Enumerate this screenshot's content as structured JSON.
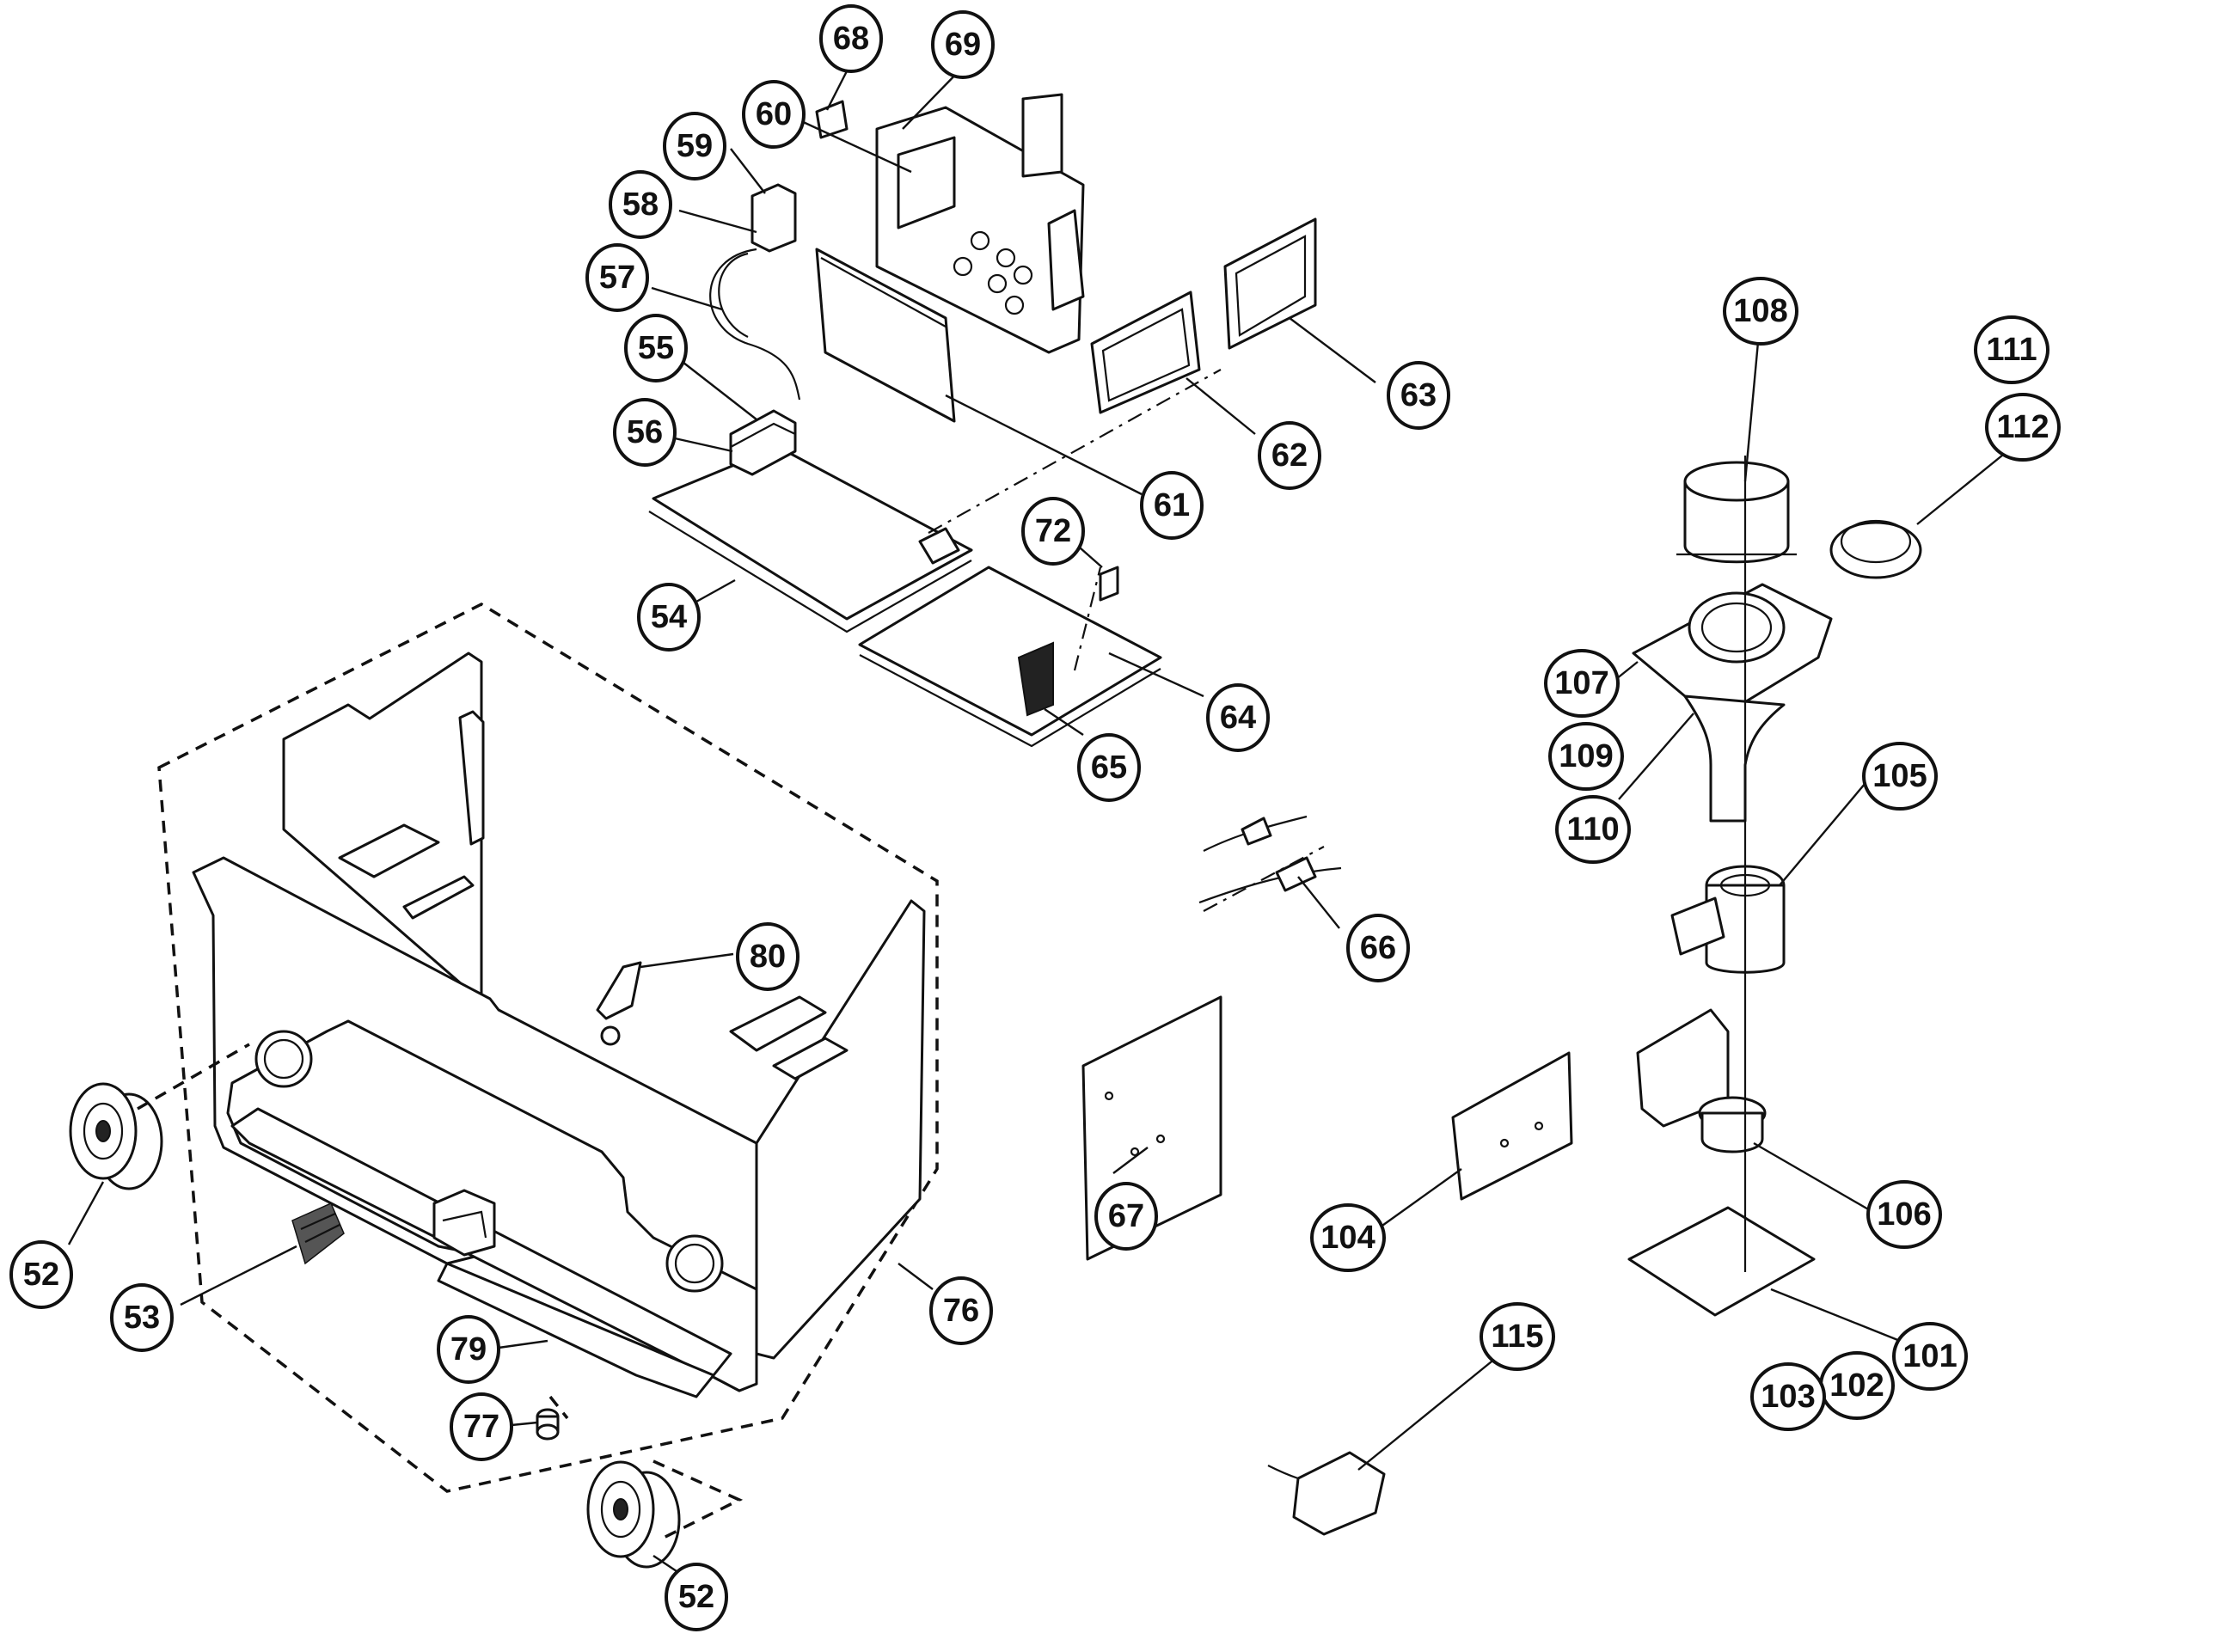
{
  "callouts": [
    {
      "id": "c68",
      "label": "68"
    },
    {
      "id": "c69",
      "label": "69"
    },
    {
      "id": "c60",
      "label": "60"
    },
    {
      "id": "c59",
      "label": "59"
    },
    {
      "id": "c58",
      "label": "58"
    },
    {
      "id": "c57",
      "label": "57"
    },
    {
      "id": "c55",
      "label": "55"
    },
    {
      "id": "c56",
      "label": "56"
    },
    {
      "id": "c54",
      "label": "54"
    },
    {
      "id": "c61",
      "label": "61"
    },
    {
      "id": "c62",
      "label": "62"
    },
    {
      "id": "c63",
      "label": "63"
    },
    {
      "id": "c72",
      "label": "72"
    },
    {
      "id": "c64",
      "label": "64"
    },
    {
      "id": "c65",
      "label": "65"
    },
    {
      "id": "c66",
      "label": "66"
    },
    {
      "id": "c80",
      "label": "80"
    },
    {
      "id": "c67",
      "label": "67"
    },
    {
      "id": "c52a",
      "label": "52"
    },
    {
      "id": "c53",
      "label": "53"
    },
    {
      "id": "c76",
      "label": "76"
    },
    {
      "id": "c79",
      "label": "79"
    },
    {
      "id": "c77",
      "label": "77"
    },
    {
      "id": "c52b",
      "label": "52"
    },
    {
      "id": "c104",
      "label": "104"
    },
    {
      "id": "c115",
      "label": "115"
    },
    {
      "id": "c108",
      "label": "108"
    },
    {
      "id": "c111",
      "label": "111"
    },
    {
      "id": "c112",
      "label": "112"
    },
    {
      "id": "c107",
      "label": "107"
    },
    {
      "id": "c109",
      "label": "109"
    },
    {
      "id": "c110",
      "label": "110"
    },
    {
      "id": "c105",
      "label": "105"
    },
    {
      "id": "c106",
      "label": "106"
    },
    {
      "id": "c101",
      "label": "101"
    },
    {
      "id": "c102",
      "label": "102"
    },
    {
      "id": "c103",
      "label": "103"
    }
  ]
}
